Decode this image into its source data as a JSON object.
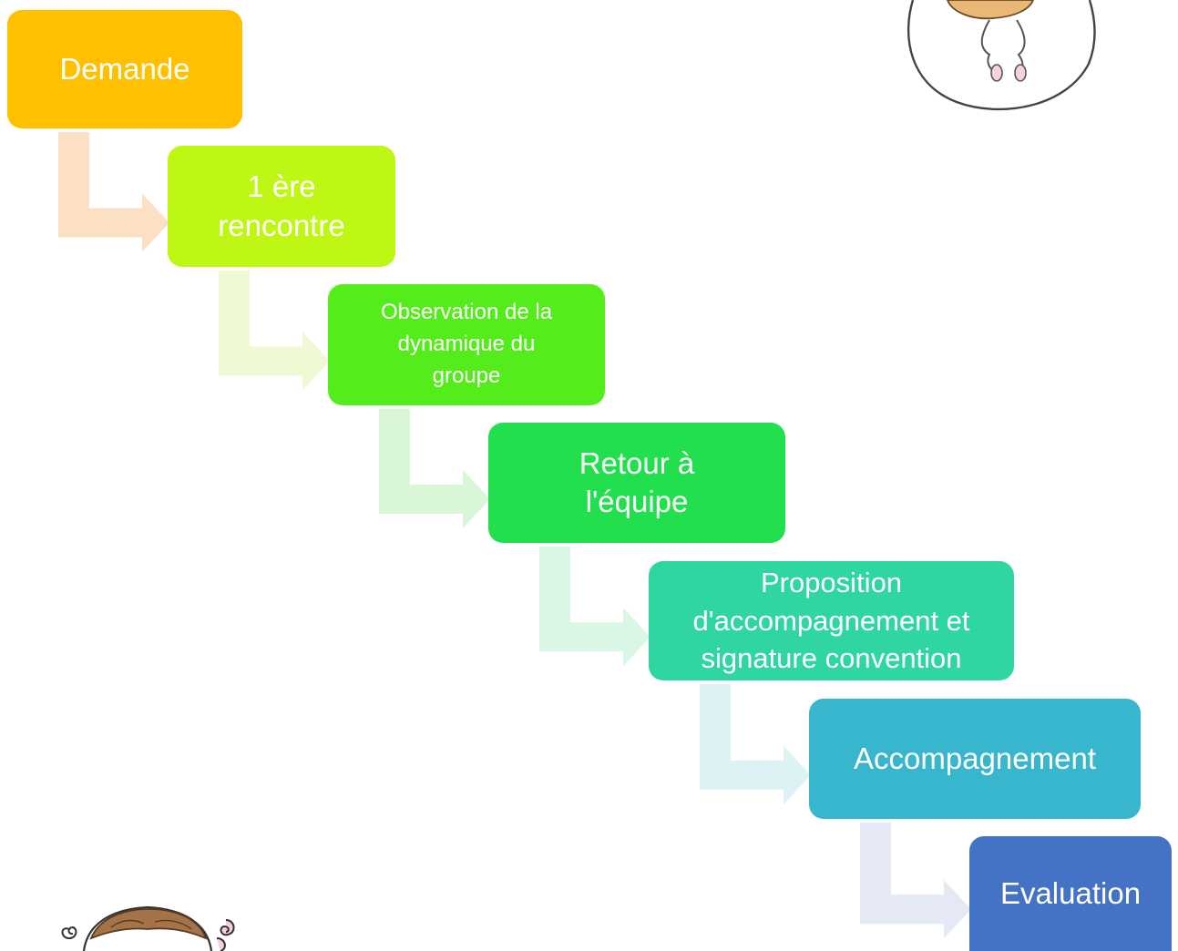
{
  "diagram": {
    "steps": [
      {
        "id": "s1",
        "label": "Demande",
        "color": "#FFC000"
      },
      {
        "id": "s2",
        "label": "1 ère\nrencontre",
        "color": "#BEF714"
      },
      {
        "id": "s3",
        "label": "Observation de la\ndynamique du\ngroupe",
        "color": "#55EC1C"
      },
      {
        "id": "s4",
        "label": "Retour à\nl'équipe",
        "color": "#22E04D"
      },
      {
        "id": "s5",
        "label": "Proposition\nd'accompagnement et\nsignature convention",
        "color": "#2FD6A2"
      },
      {
        "id": "s6",
        "label": "Accompagnement",
        "color": "#38B6CD"
      },
      {
        "id": "s7",
        "label": "Evaluation",
        "color": "#4472C4"
      }
    ],
    "connector_colors": [
      "#FCE0C3",
      "#EFFAD4",
      "#D9F7D7",
      "#DAF6E4",
      "#DDF2F4",
      "#E4E9F3"
    ]
  },
  "illustrations": {
    "top_right": "egg-doodle",
    "bottom_left": "girl-face-doodle"
  }
}
